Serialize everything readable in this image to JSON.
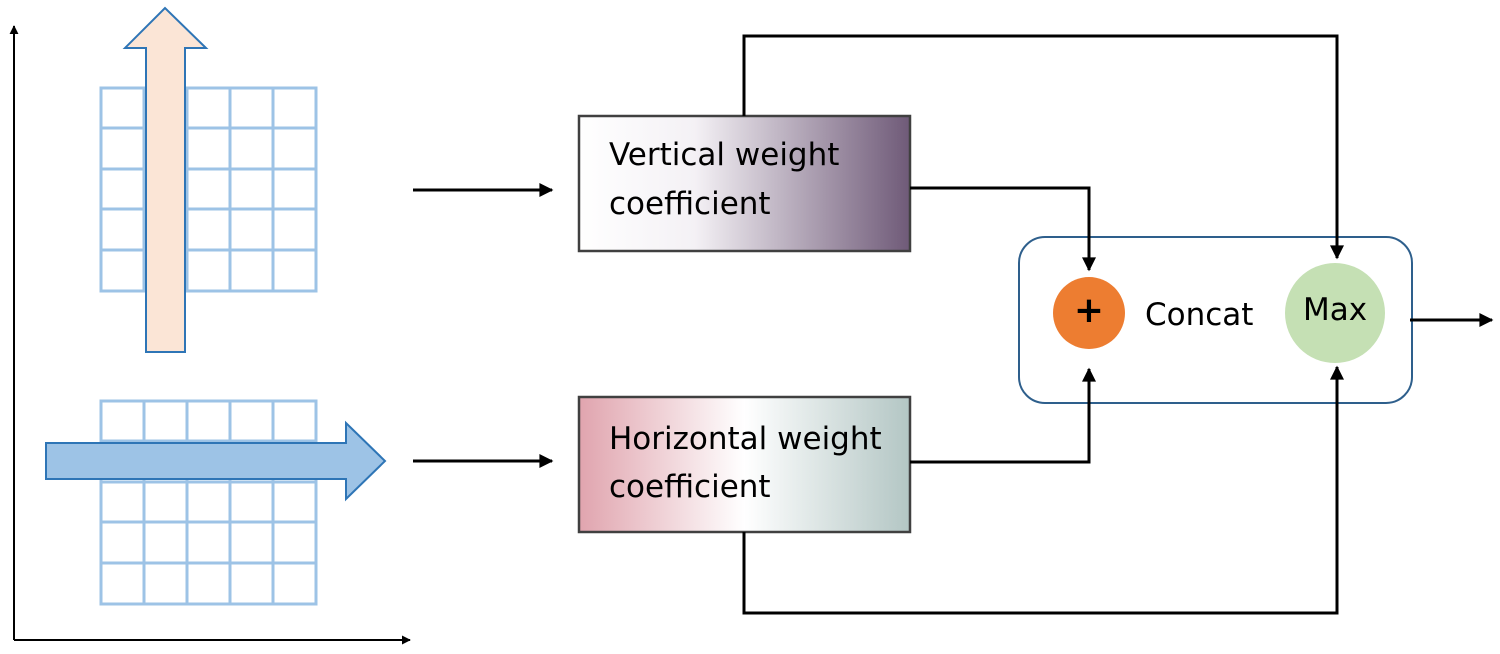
{
  "vertical_box": {
    "line1": "Vertical weight",
    "line2": "coefficient"
  },
  "horizontal_box": {
    "line1": "Horizontal weight",
    "line2": "coefficient"
  },
  "fusion": {
    "plus_symbol": "+",
    "concat_label": "Concat",
    "max_label": "Max"
  },
  "colors": {
    "grid_line": "#9dc3e6",
    "vertical_arrow_fill": "#fbe5d6",
    "horizontal_arrow_fill": "#9dc3e6",
    "arrow_outline": "#2e75b6",
    "vertical_box_gradient": [
      "#ffffff",
      "#6f5a78"
    ],
    "horizontal_box_gradient": [
      "#e0a4ae",
      "#ffffff",
      "#b3c6c4"
    ],
    "plus_circle": "#ed7d31",
    "max_circle": "#c5e0b4",
    "fusion_border": "#2e5f8c"
  }
}
